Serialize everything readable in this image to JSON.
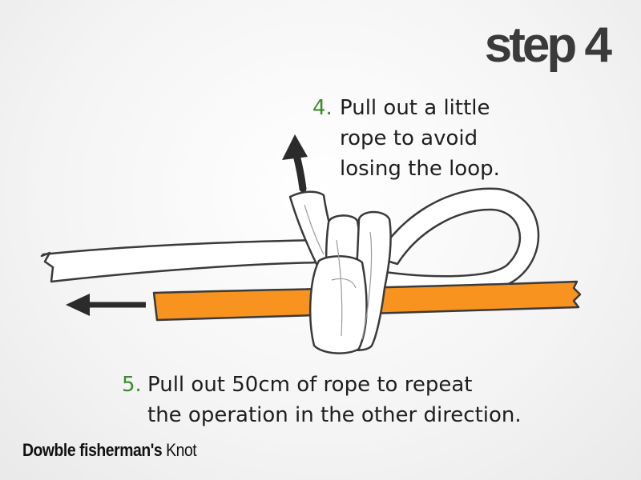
{
  "header": {
    "step_title": "step 4"
  },
  "instructions": {
    "step4": {
      "number": "4.",
      "lines": [
        "Pull out a little",
        "rope to avoid",
        "losing the loop."
      ]
    },
    "step5": {
      "number": "5.",
      "lines": [
        "Pull out 50cm of rope to repeat",
        "the operation in the other direction."
      ]
    }
  },
  "caption": {
    "bold": "Dowble fisherman's",
    "regular": "Knot"
  },
  "colors": {
    "white_rope": "#ffffff",
    "orange_rope": "#f7931e",
    "outline": "#3a3a3a",
    "number_green": "#3c8a2e",
    "arrow": "#2b2b2b"
  },
  "icons": [
    "arrow-up-icon",
    "arrow-left-icon"
  ]
}
